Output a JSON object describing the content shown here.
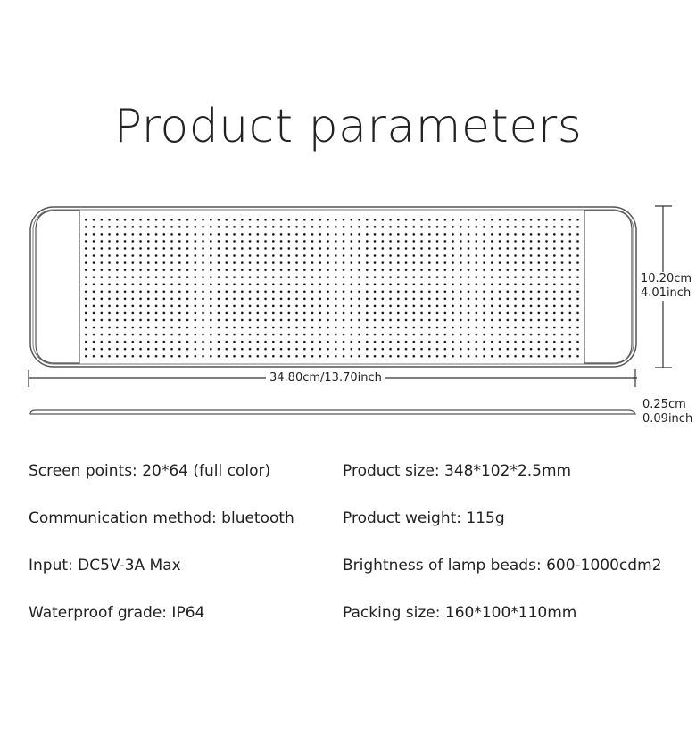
{
  "title": "Product parameters",
  "dimensions": {
    "width": "34.80cm/13.70inch",
    "height_cm": "10.20cm",
    "height_inch": "4.01inch",
    "thickness_cm": "0.25cm",
    "thickness_inch": "0.09inch"
  },
  "specs_left": [
    "Screen points: 20*64 (full color)",
    "Communication method: bluetooth",
    "Input: DC5V-3A Max",
    "Waterproof grade: IP64"
  ],
  "specs_right": [
    "Product size: 348*102*2.5mm",
    "Product weight: 115g",
    "Brightness of lamp beads: 600-1000cdm2",
    "Packing size: 160*100*110mm"
  ],
  "led_grid": {
    "rows": 20,
    "columns": 64
  }
}
